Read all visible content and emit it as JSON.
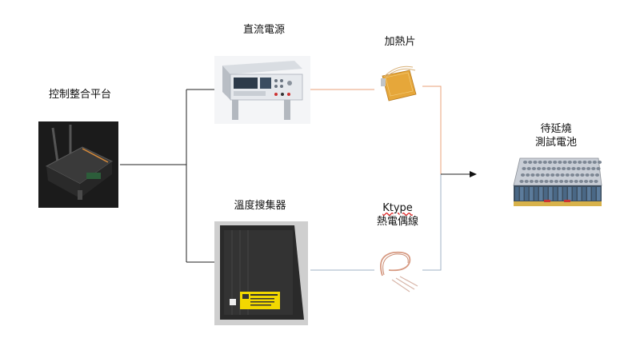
{
  "nodes": {
    "controller": {
      "label": "控制整合平台",
      "icon": "embedded-controller-icon"
    },
    "power_supply": {
      "label": "直流電源",
      "icon": "dc-power-supply-icon"
    },
    "heater": {
      "label": "加熱片",
      "icon": "heating-pad-icon"
    },
    "data_logger": {
      "label": "溫度搜集器",
      "icon": "temperature-logger-icon"
    },
    "thermocouple": {
      "label_top": "Ktype",
      "label_bottom": "熱電偶線",
      "icon": "thermocouple-wire-icon"
    },
    "battery": {
      "label_top": "待延燒",
      "label_bottom": "測試電池",
      "icon": "battery-pack-icon"
    }
  },
  "colors": {
    "line_dark": "#222222",
    "line_orange": "#e8a07a",
    "line_blue": "#9fb2c4"
  }
}
